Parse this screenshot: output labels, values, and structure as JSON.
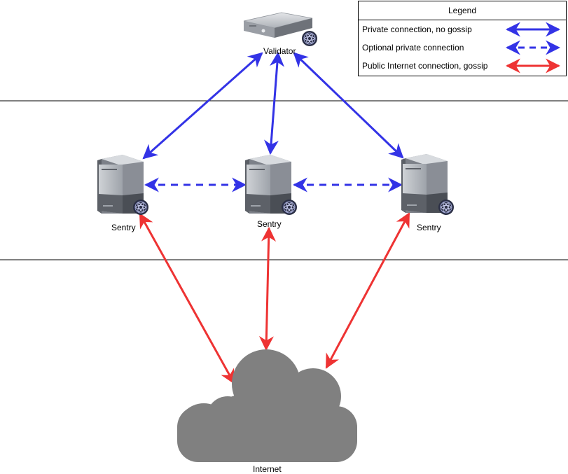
{
  "colors": {
    "private": "#3333e6",
    "public": "#ee3333",
    "separator": "#000000",
    "server_light": "#b9bdc3",
    "server_dark": "#5d6168",
    "cloud": "#808080"
  },
  "nodes": {
    "validator": {
      "label": "Validator"
    },
    "sentry_left": {
      "label": "Sentry"
    },
    "sentry_center": {
      "label": "Sentry"
    },
    "sentry_right": {
      "label": "Sentry"
    },
    "internet": {
      "label": "Internet"
    }
  },
  "legend": {
    "title": "Legend",
    "items": [
      {
        "label": "Private connection, no gossip",
        "style": "solid",
        "color": "#3333e6"
      },
      {
        "label": "Optional private connection",
        "style": "dashed",
        "color": "#3333e6"
      },
      {
        "label": "Public Internet connection, gossip",
        "style": "solid",
        "color": "#ee3333"
      }
    ]
  }
}
